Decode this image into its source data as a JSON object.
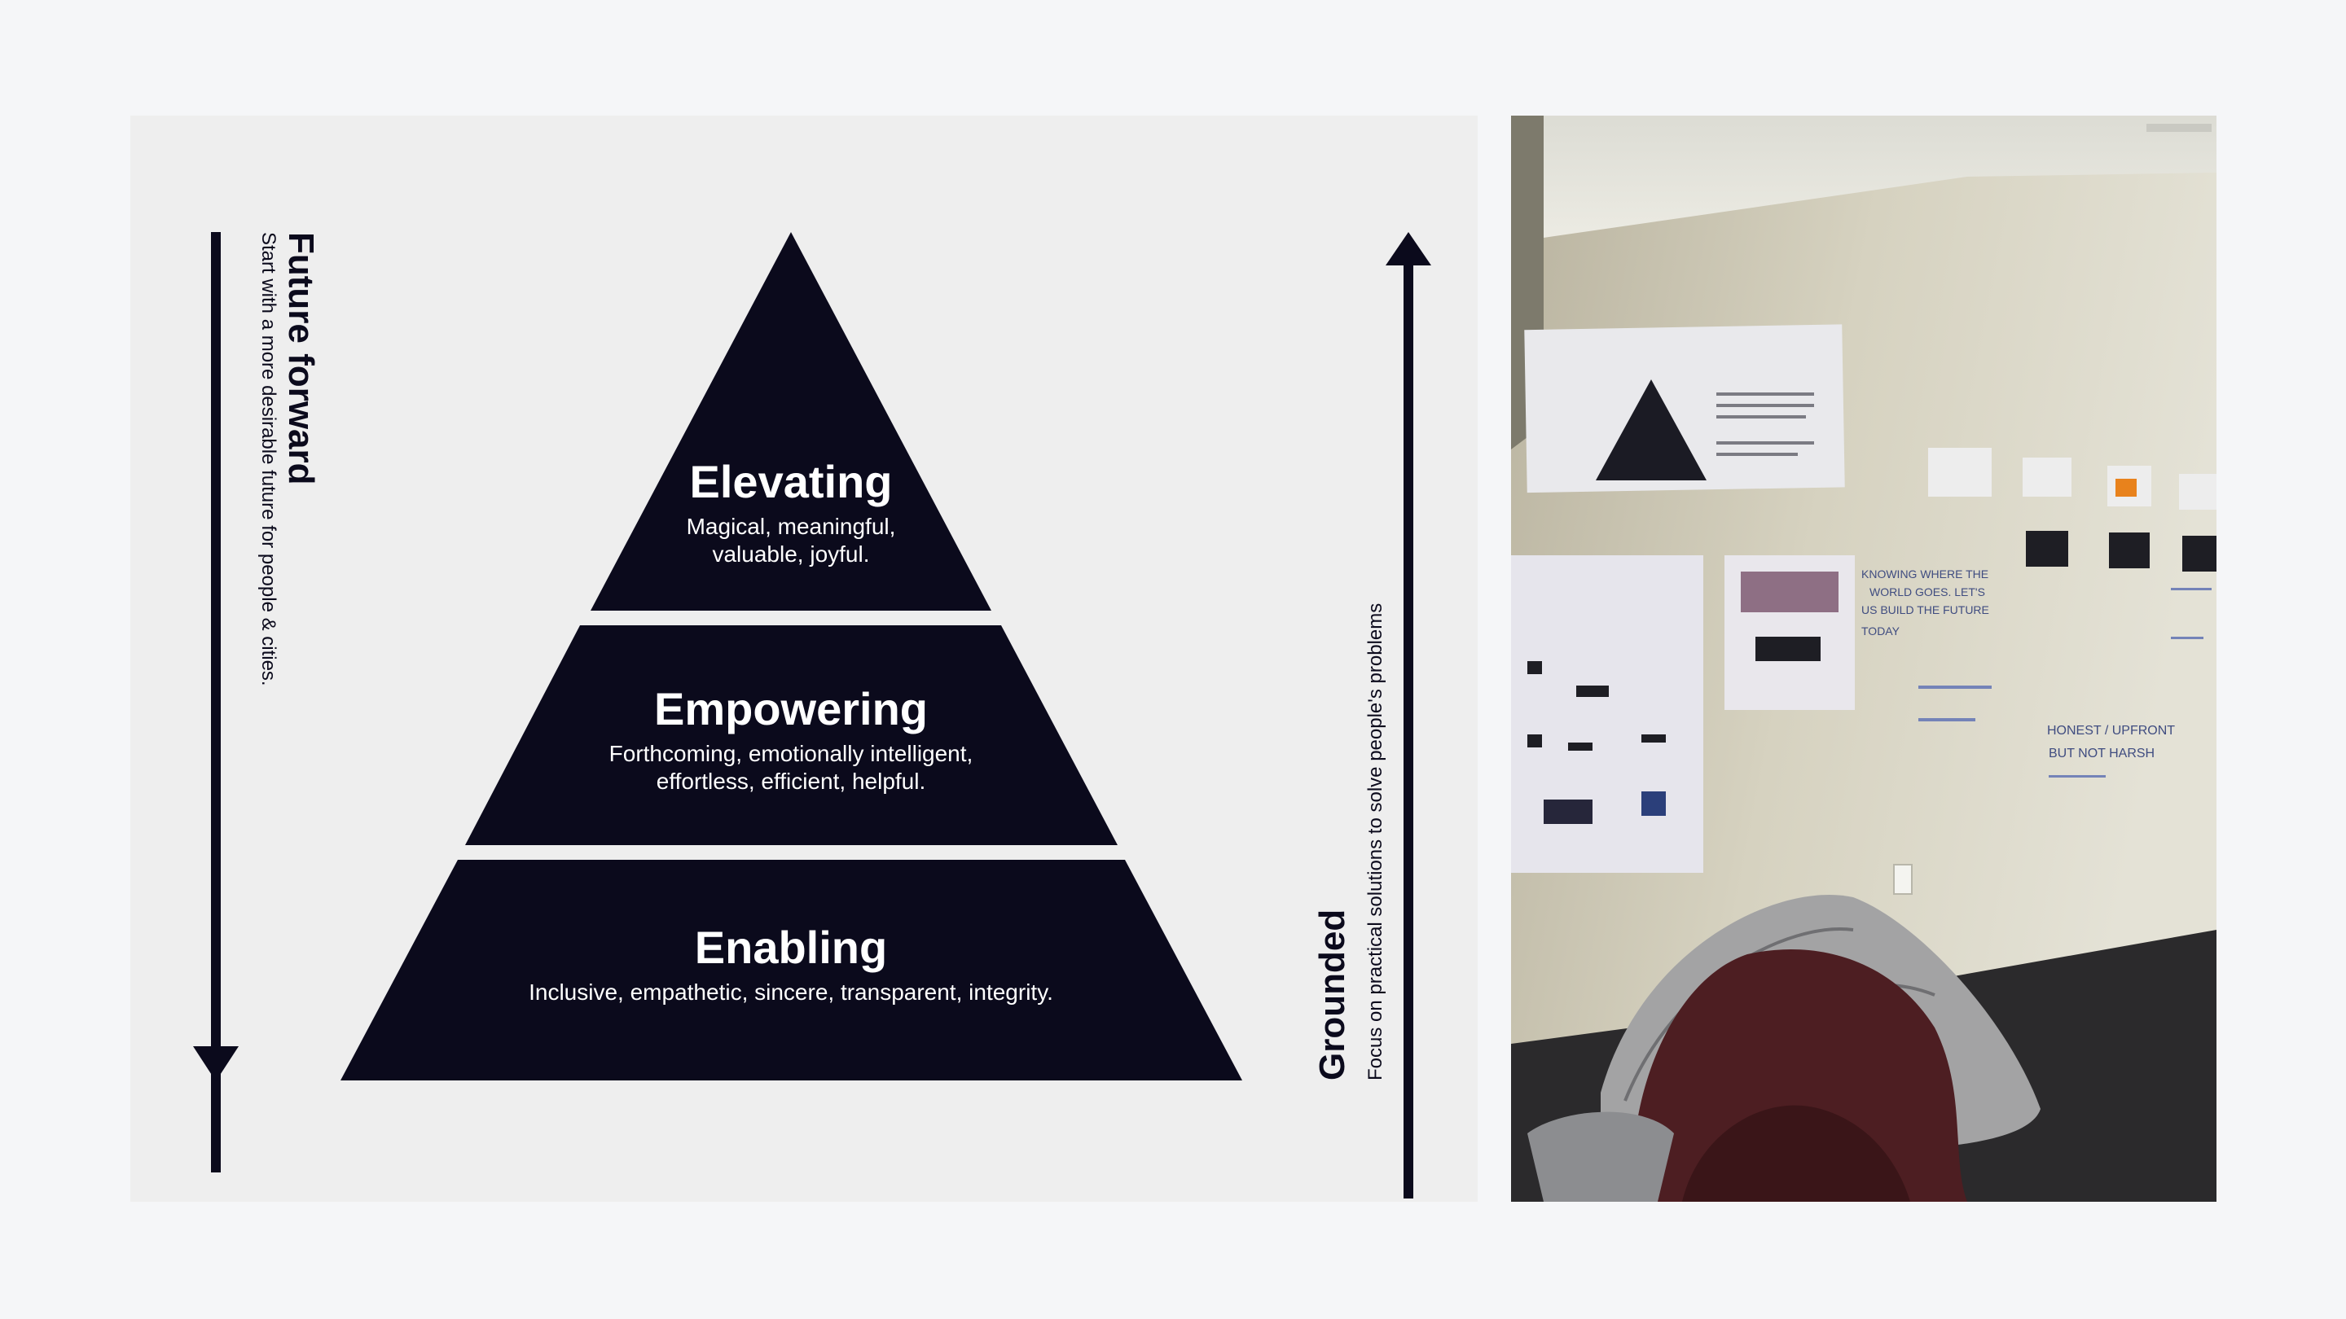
{
  "diagram": {
    "left_axis": {
      "title": "Future forward",
      "subtitle": "Start with a more desirable future for people & cities."
    },
    "right_axis": {
      "title": "Grounded",
      "subtitle": "Focus on practical solutions to solve people's problems"
    },
    "levels": [
      {
        "title": "Elevating",
        "description_line1": "Magical, meaningful,",
        "description_line2": "valuable, joyful."
      },
      {
        "title": "Empowering",
        "description_line1": "Forthcoming, emotionally intelligent,",
        "description_line2": "effortless, efficient, helpful."
      },
      {
        "title": "Enabling",
        "description_line1": "Inclusive, empathetic, sincere, transparent, integrity.",
        "description_line2": ""
      }
    ],
    "colors": {
      "shape": "#0b0a1c",
      "panel": "#eeeeee",
      "page": "#f5f6f8"
    }
  },
  "photo": {
    "description_icon": "workspace-wall-photo",
    "wall_notes": {
      "line1": "KNOWING WHERE THE",
      "line2": "WORLD GOES. LET'S",
      "line3": "US BUILD THE FUTURE",
      "line4": "TODAY",
      "line5": "HONEST / UPFRONT",
      "line6": "BUT NOT HARSH"
    }
  }
}
